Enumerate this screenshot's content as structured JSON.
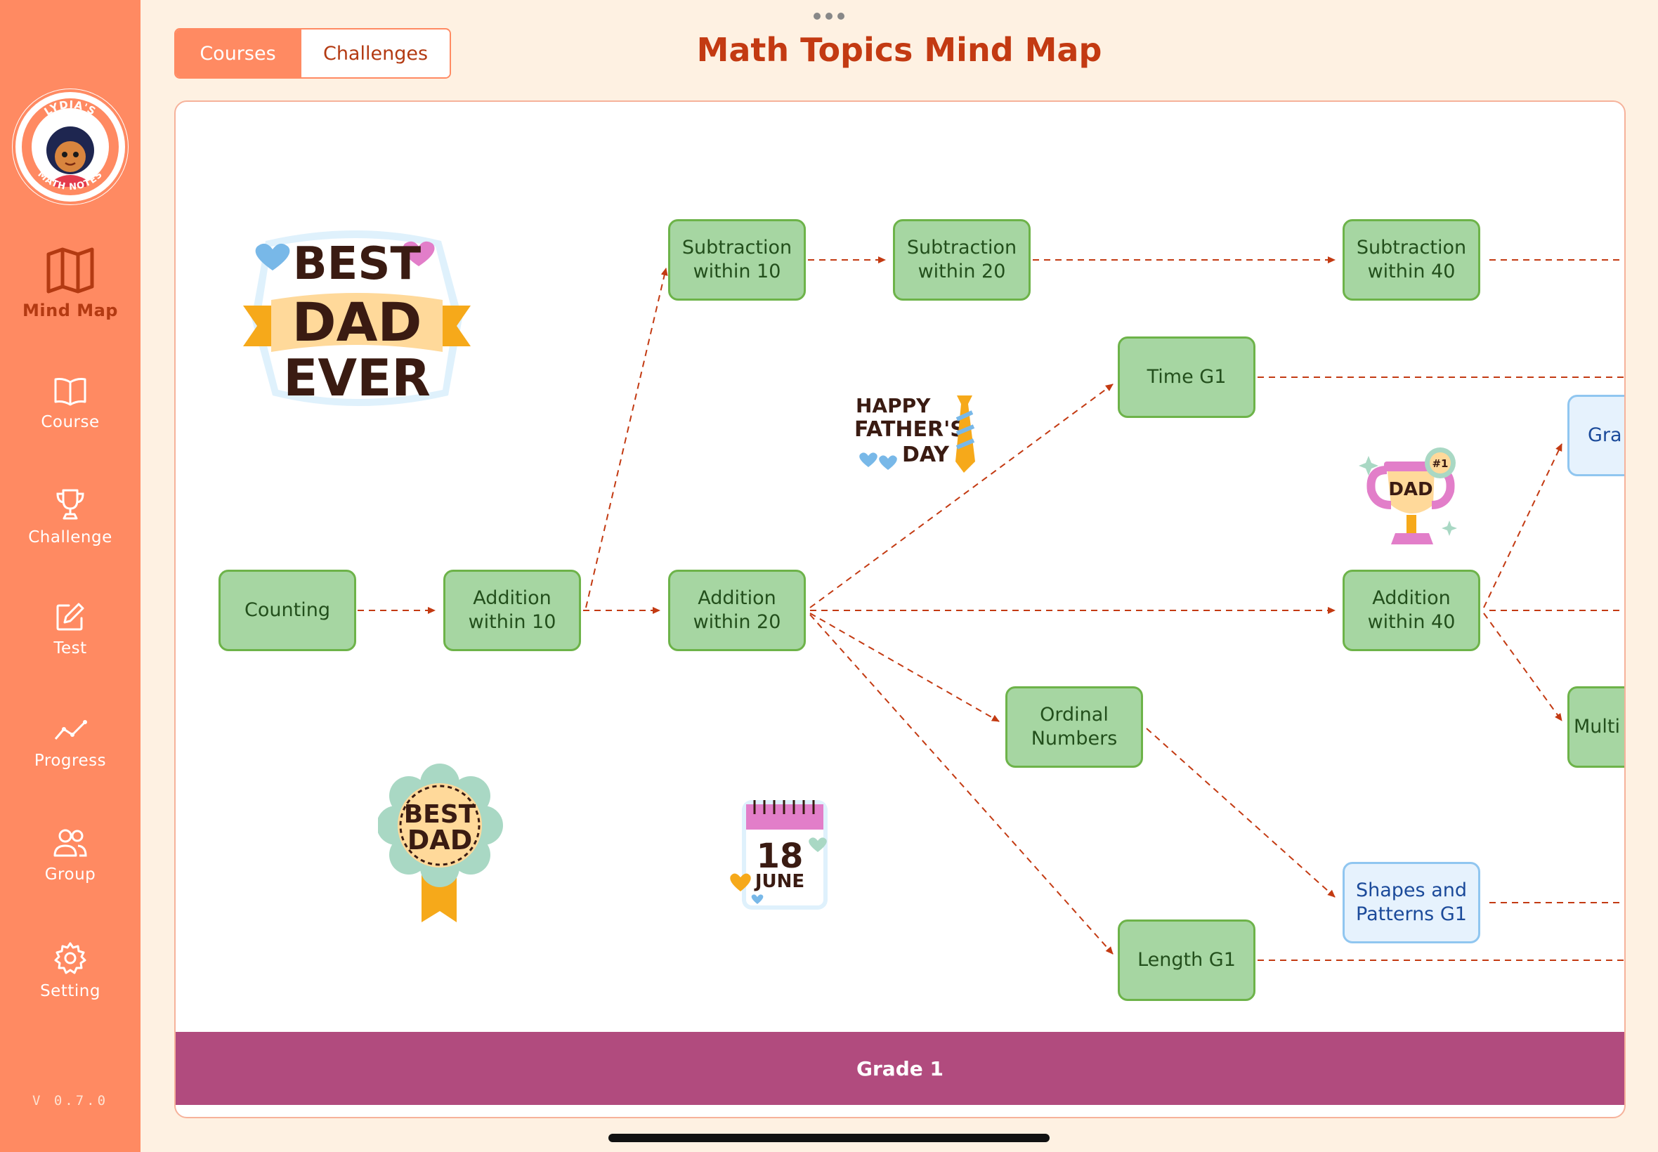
{
  "app": {
    "logo_text_top": "LYDIA'S",
    "logo_text_bottom": "MATH NOTES",
    "version": "V 0.7.0"
  },
  "sidebar": {
    "items": [
      {
        "label": "Mind Map",
        "icon": "map-icon",
        "active": true
      },
      {
        "label": "Course",
        "icon": "book-icon",
        "active": false
      },
      {
        "label": "Challenge",
        "icon": "trophy-icon",
        "active": false
      },
      {
        "label": "Test",
        "icon": "edit-icon",
        "active": false
      },
      {
        "label": "Progress",
        "icon": "line-chart-icon",
        "active": false
      },
      {
        "label": "Group",
        "icon": "users-icon",
        "active": false
      },
      {
        "label": "Setting",
        "icon": "gear-icon",
        "active": false
      }
    ]
  },
  "header": {
    "tabs": [
      {
        "label": "Courses",
        "selected": true
      },
      {
        "label": "Challenges",
        "selected": false
      }
    ],
    "title": "Math Topics Mind Map"
  },
  "mindmap": {
    "nodes": [
      {
        "id": "counting",
        "label": "Counting",
        "style": "green"
      },
      {
        "id": "add10",
        "label": "Addition within 10",
        "style": "green"
      },
      {
        "id": "add20",
        "label": "Addition within 20",
        "style": "green"
      },
      {
        "id": "sub10",
        "label": "Subtraction within 10",
        "style": "green"
      },
      {
        "id": "sub20",
        "label": "Subtraction within 20",
        "style": "green"
      },
      {
        "id": "sub40",
        "label": "Subtraction within 40",
        "style": "green"
      },
      {
        "id": "time",
        "label": "Time G1",
        "style": "green"
      },
      {
        "id": "add40",
        "label": "Addition within 40",
        "style": "green"
      },
      {
        "id": "ordinal",
        "label": "Ordinal Numbers",
        "style": "green"
      },
      {
        "id": "shapes",
        "label": "Shapes and Patterns G1",
        "style": "blue"
      },
      {
        "id": "length",
        "label": "Length G1",
        "style": "green"
      },
      {
        "id": "graph",
        "label": "Gra",
        "style": "blue"
      },
      {
        "id": "multi",
        "label": "Multi",
        "style": "green"
      }
    ],
    "grade_label": "Grade 1"
  },
  "stickers": [
    {
      "name": "best-dad-ever-sticker",
      "lines": [
        "BEST",
        "DAD",
        "EVER"
      ]
    },
    {
      "name": "happy-fathers-day-sticker",
      "lines": [
        "HAPPY",
        "FATHER'S",
        "DAY"
      ]
    },
    {
      "name": "dad-trophy-sticker",
      "lines": [
        "#1",
        "DAD"
      ]
    },
    {
      "name": "best-dad-rosette-sticker",
      "lines": [
        "BEST",
        "DAD"
      ]
    },
    {
      "name": "june-18-calendar-sticker",
      "lines": [
        "18",
        "JUNE"
      ]
    }
  ],
  "colors": {
    "sidebar": "#FF8A62",
    "background": "#FEF1E2",
    "title": "#C33A12",
    "node_fill": "#A6D6A2",
    "node_border": "#6DB349",
    "node_blue_fill": "#E6F2FD",
    "edge": "#C33A12",
    "grade_bar": "#B14B7E"
  }
}
